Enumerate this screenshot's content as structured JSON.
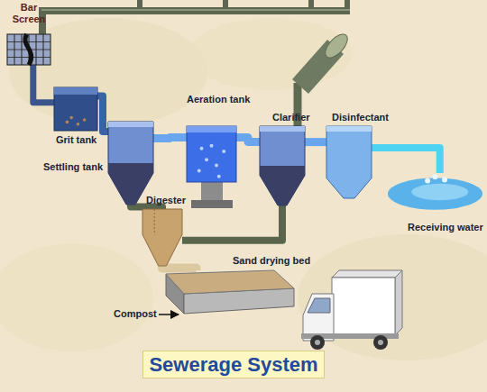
{
  "diagram": {
    "title": "Sewerage System",
    "nodes": [
      {
        "text": [
          "Bar Screen"
        ]
      },
      {
        "text": [
          "Grit tank"
        ]
      },
      {
        "text": [
          "Settling tank"
        ]
      },
      {
        "text": [
          "Aeration tank"
        ]
      },
      {
        "text": [
          "Clarifier"
        ]
      },
      {
        "text": [
          "Disinfectant"
        ]
      },
      {
        "text": [
          "Digester"
        ]
      },
      {
        "text": [
          "Sand drying bed"
        ]
      },
      {
        "text": [
          "Receiving water"
        ]
      }
    ],
    "edges": [
      {
        "from": 0,
        "to": 1,
        "arrow": "none"
      },
      {
        "from": 1,
        "to": 2,
        "arrow": "none"
      },
      {
        "from": 2,
        "to": 3,
        "arrow": "none"
      },
      {
        "from": 3,
        "to": 4,
        "arrow": "none"
      },
      {
        "from": 4,
        "to": 5,
        "arrow": "none"
      },
      {
        "from": 5,
        "to": 8,
        "arrow": "none"
      },
      {
        "from": 2,
        "to": 6,
        "arrow": "none"
      },
      {
        "from": 4,
        "to": 6,
        "arrow": "none"
      },
      {
        "from": 6,
        "to": 7,
        "arrow": "none"
      }
    ],
    "labels": [
      "Compost"
    ]
  }
}
